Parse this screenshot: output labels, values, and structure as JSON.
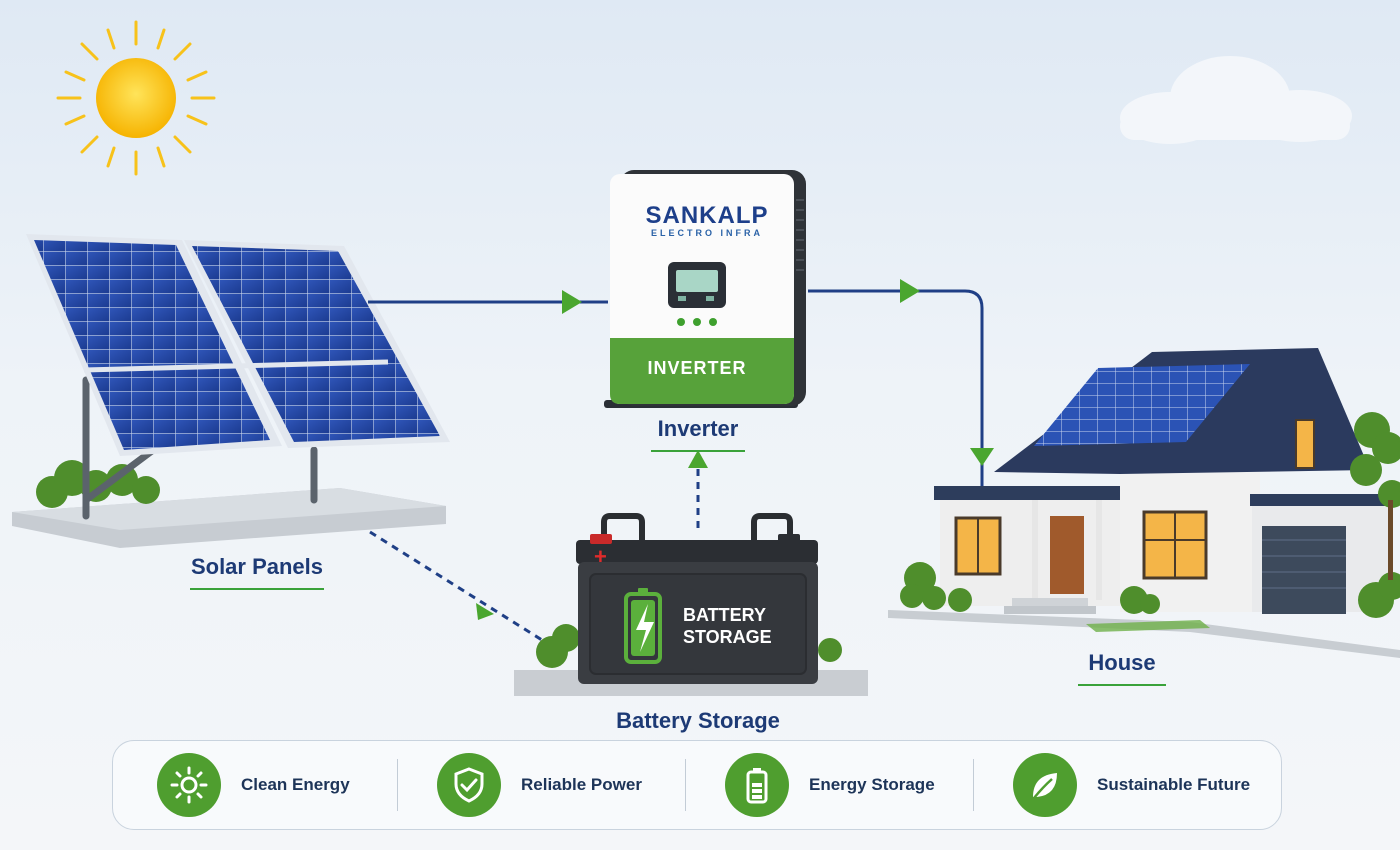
{
  "labels": {
    "solar_panels": "Solar Panels",
    "inverter": "Inverter",
    "house": "House",
    "battery_storage": "Battery Storage"
  },
  "inverter_device": {
    "brand": "SANKALP",
    "brand_sub": "ELECTRO INFRA",
    "tag": "INVERTER"
  },
  "battery_device": {
    "line1": "BATTERY",
    "line2": "STORAGE"
  },
  "benefits": [
    {
      "label": "Clean Energy",
      "icon": "sun-icon"
    },
    {
      "label": "Reliable Power",
      "icon": "shield-check-icon"
    },
    {
      "label": "Energy Storage",
      "icon": "battery-icon"
    },
    {
      "label": "Sustainable Future",
      "icon": "leaf-icon"
    }
  ],
  "colors": {
    "navy": "#1d3a75",
    "green": "#4f9e2f",
    "flow_line": "#1f3f86",
    "arrow": "#4aa62f"
  }
}
